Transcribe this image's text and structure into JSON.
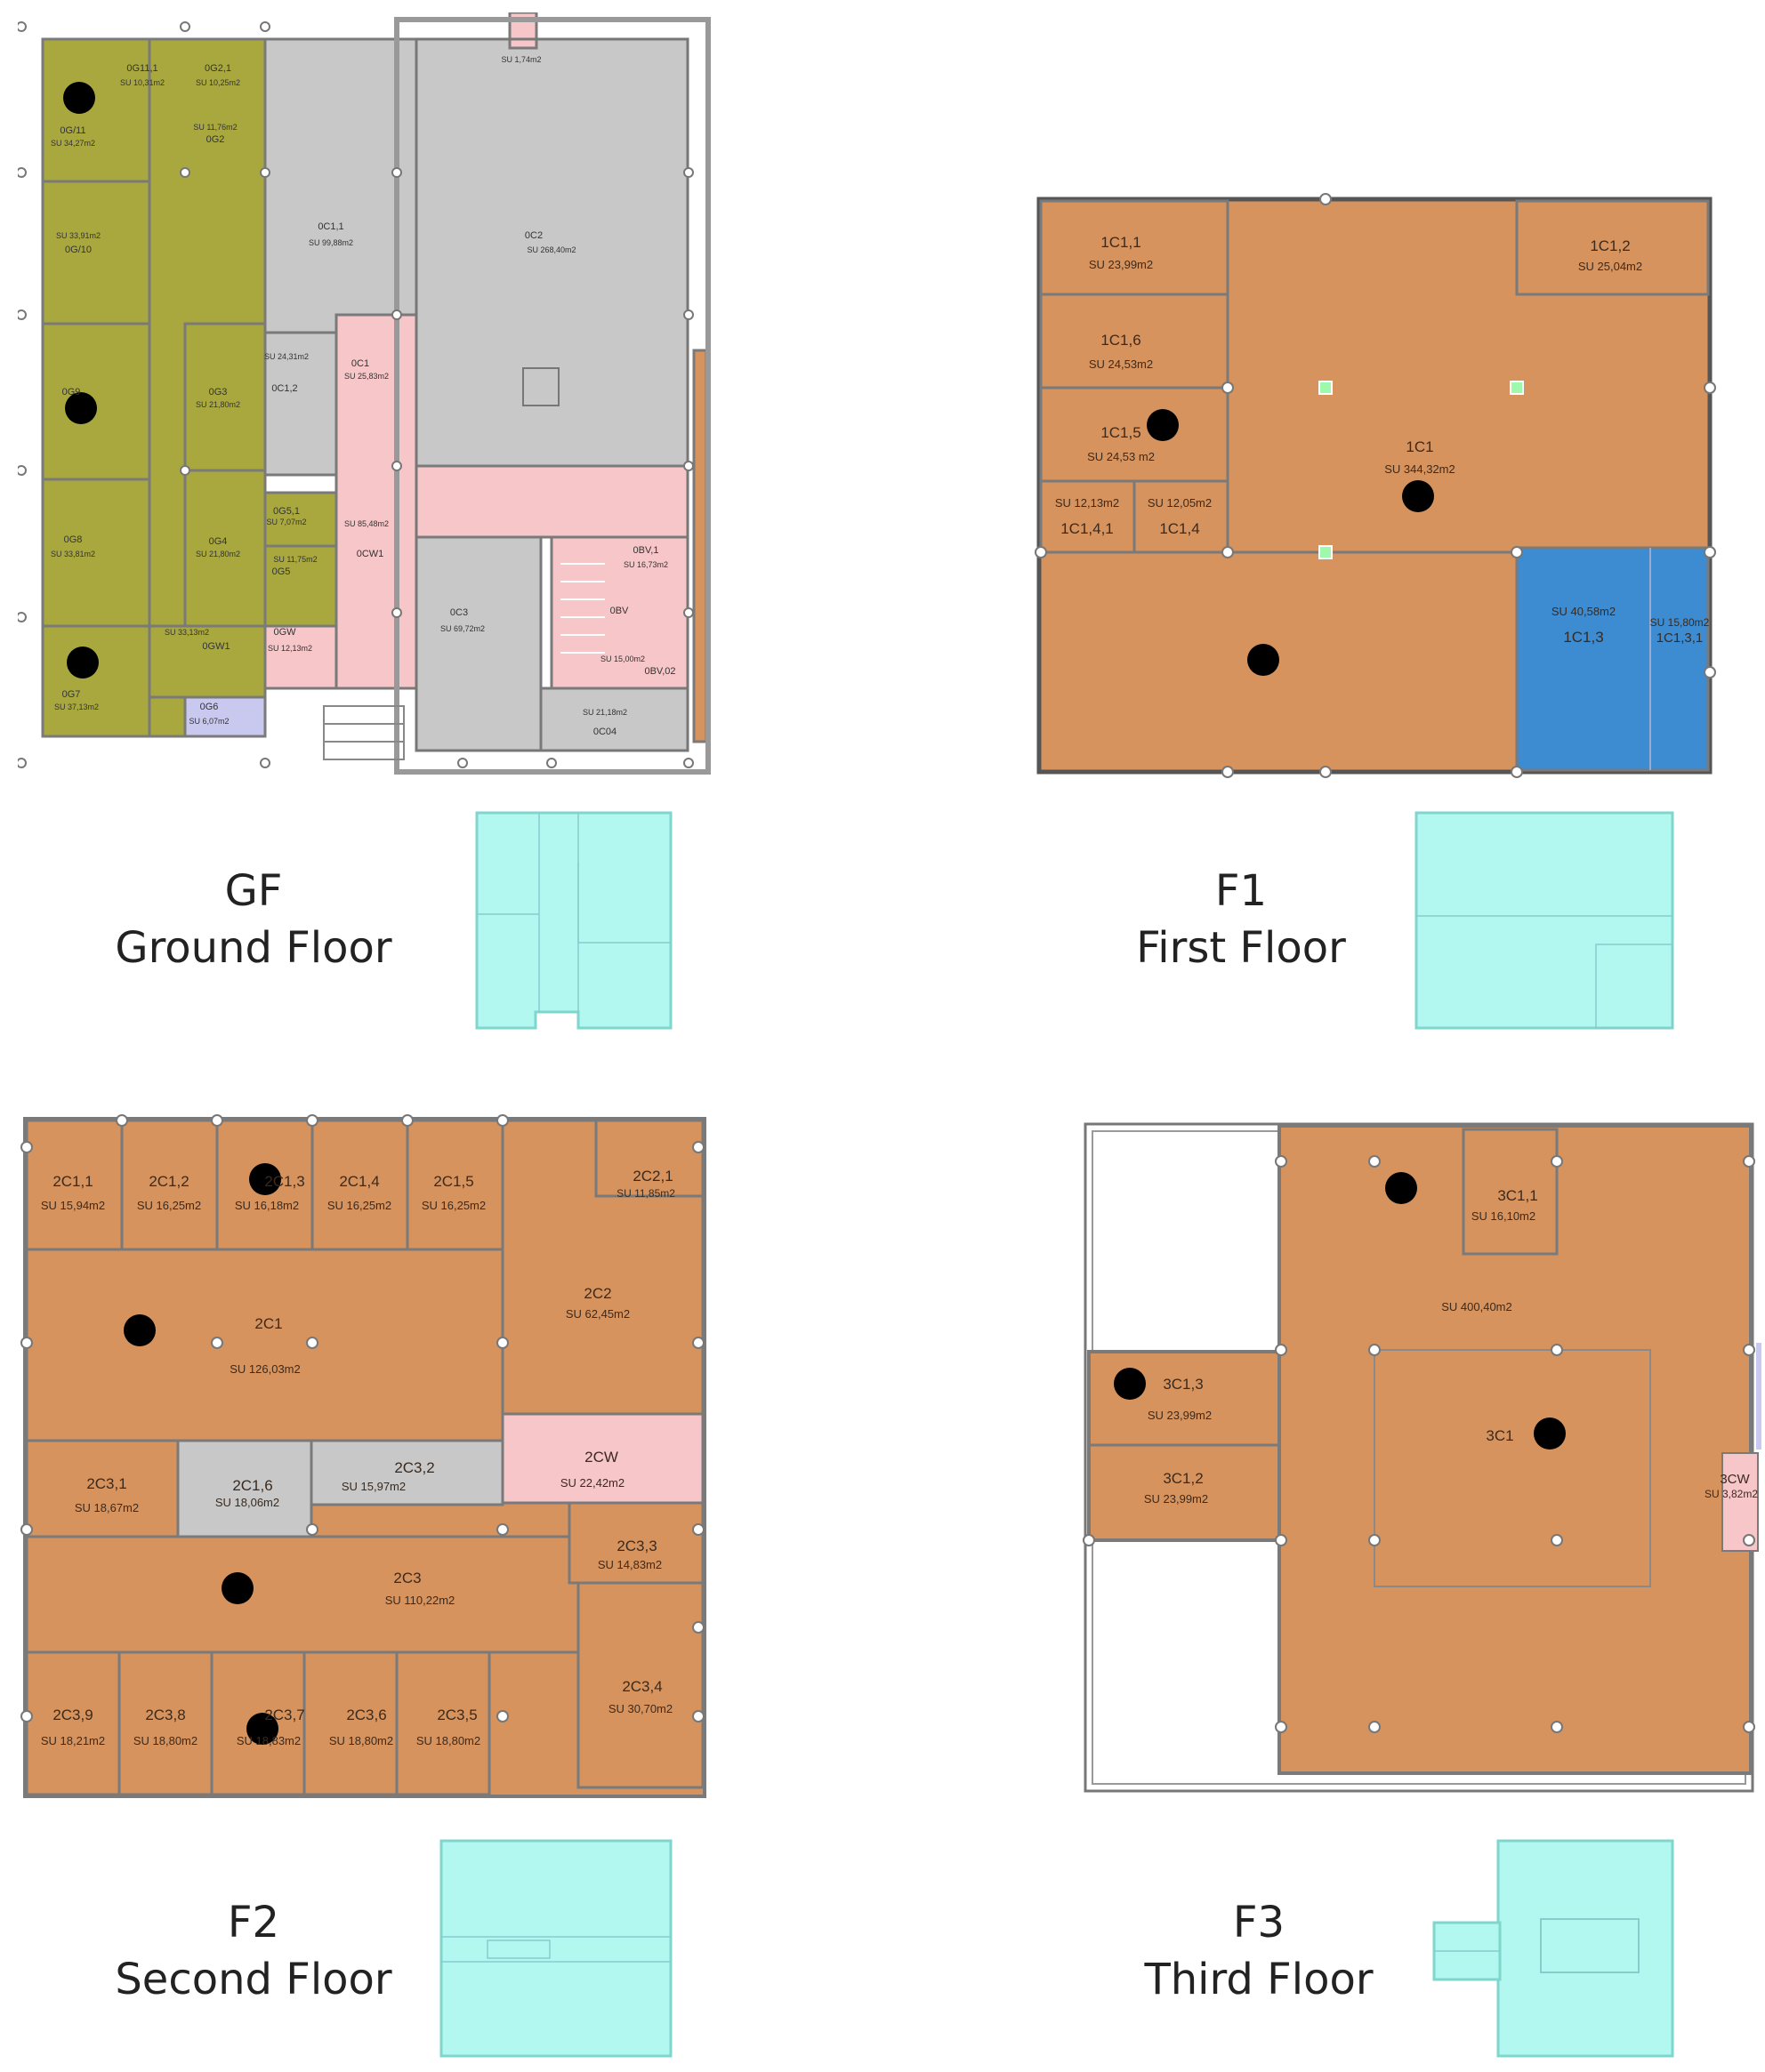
{
  "colors": {
    "office": "#d6935e",
    "office_border": "#7a7a7a",
    "olive": "#a9a83f",
    "grey_room": "#c8c8c8",
    "pink_room": "#f7c6c9",
    "blue_room": "#3d8bd0",
    "lavender_room": "#c9c8ef",
    "thumb_fill": "#b2f7f0",
    "marker": "#000000"
  },
  "floors": {
    "gf": {
      "code": "GF",
      "name": "Ground Floor",
      "rooms": [
        {
          "id": "0G11,1",
          "area": "SU 10,31m2"
        },
        {
          "id": "0G2,1",
          "area": "SU 10,25m2"
        },
        {
          "id": "0G/11",
          "area": "SU 34,27m2"
        },
        {
          "id": "0G2",
          "area": "SU 11,76m2"
        },
        {
          "id": "0G/10",
          "area": "SU 33,91m2"
        },
        {
          "id": "0G9",
          "area": ""
        },
        {
          "id": "0G3",
          "area": "SU 21,80m2"
        },
        {
          "id": "0G8",
          "area": "SU 33,81m2"
        },
        {
          "id": "0G4",
          "area": "SU 21,80m2"
        },
        {
          "id": "0G5,1",
          "area": "SU 7,07m2"
        },
        {
          "id": "0G5",
          "area": "SU 11,75m2"
        },
        {
          "id": "0GW1",
          "area": "SU 33,13m2"
        },
        {
          "id": "0G7",
          "area": "SU 37,13m2"
        },
        {
          "id": "0G6",
          "area": "SU 6,07m2"
        },
        {
          "id": "0C1,1",
          "area": "SU 99,88m2"
        },
        {
          "id": "0C1,2",
          "area": "SU 24,31m2"
        },
        {
          "id": "0C1",
          "area": "SU 25,83m2"
        },
        {
          "id": "0CW1",
          "area": "SU 85,48m2"
        },
        {
          "id": "0GW",
          "area": "SU 12,13m2"
        },
        {
          "id": "0C2",
          "area": "SU 268,40m2"
        },
        {
          "id": "0C3",
          "area": "SU 69,72m2"
        },
        {
          "id": "0BV,1",
          "area": "SU 16,73m2"
        },
        {
          "id": "0BV",
          "area": ""
        },
        {
          "id": "0BV,02",
          "area": "SU 15,00m2"
        },
        {
          "id": "0C04",
          "area": "SU 21,18m2"
        },
        {
          "id": "",
          "area": "SU 1,74m2"
        }
      ]
    },
    "f1": {
      "code": "F1",
      "name": "First Floor",
      "rooms": [
        {
          "id": "1C1,1",
          "area": "SU 23,99m2"
        },
        {
          "id": "1C1,2",
          "area": "SU 25,04m2"
        },
        {
          "id": "1C1,6",
          "area": "SU 24,53m2"
        },
        {
          "id": "1C1,5",
          "area": "SU 24,53 m2"
        },
        {
          "id": "1C1",
          "area": "SU 344,32m2"
        },
        {
          "id": "1C1,4,1",
          "area": "SU 12,13m2"
        },
        {
          "id": "1C1,4",
          "area": "SU 12,05m2"
        },
        {
          "id": "1C1,3",
          "area": "SU 40,58m2"
        },
        {
          "id": "1C1,3,1",
          "area": "SU 15,80m2"
        }
      ]
    },
    "f2": {
      "code": "F2",
      "name": "Second Floor",
      "rooms": [
        {
          "id": "2C1,1",
          "area": "SU 15,94m2"
        },
        {
          "id": "2C1,2",
          "area": "SU 16,25m2"
        },
        {
          "id": "2C1,3",
          "area": "SU 16,18m2"
        },
        {
          "id": "2C1,4",
          "area": "SU 16,25m2"
        },
        {
          "id": "2C1,5",
          "area": "SU 16,25m2"
        },
        {
          "id": "2C2,1",
          "area": "SU 11,85m2"
        },
        {
          "id": "2C1",
          "area": "SU 126,03m2"
        },
        {
          "id": "2C2",
          "area": "SU 62,45m2"
        },
        {
          "id": "2CW",
          "area": "SU 22,42m2"
        },
        {
          "id": "2C3,1",
          "area": "SU 18,67m2"
        },
        {
          "id": "2C1,6",
          "area": "SU 18,06m2"
        },
        {
          "id": "2C3,2",
          "area": "SU 15,97m2"
        },
        {
          "id": "2C3",
          "area": "SU 110,22m2"
        },
        {
          "id": "2C3,3",
          "area": "SU 14,83m2"
        },
        {
          "id": "2C3,4",
          "area": "SU 30,70m2"
        },
        {
          "id": "2C3,9",
          "area": "SU 18,21m2"
        },
        {
          "id": "2C3,8",
          "area": "SU 18,80m2"
        },
        {
          "id": "2C3,7",
          "area": "SU 18,83m2"
        },
        {
          "id": "2C3,6",
          "area": "SU 18,80m2"
        },
        {
          "id": "2C3,5",
          "area": "SU 18,80m2"
        }
      ]
    },
    "f3": {
      "code": "F3",
      "name": "Third Floor",
      "rooms": [
        {
          "id": "3C1,1",
          "area": "SU 16,10m2"
        },
        {
          "id": "",
          "area": "SU 400,40m2"
        },
        {
          "id": "3C1,3",
          "area": "SU 23,99m2"
        },
        {
          "id": "3C1",
          "area": ""
        },
        {
          "id": "3C1,2",
          "area": "SU 23,99m2"
        },
        {
          "id": "3CW",
          "area": "SU 3,82m2"
        }
      ]
    }
  }
}
